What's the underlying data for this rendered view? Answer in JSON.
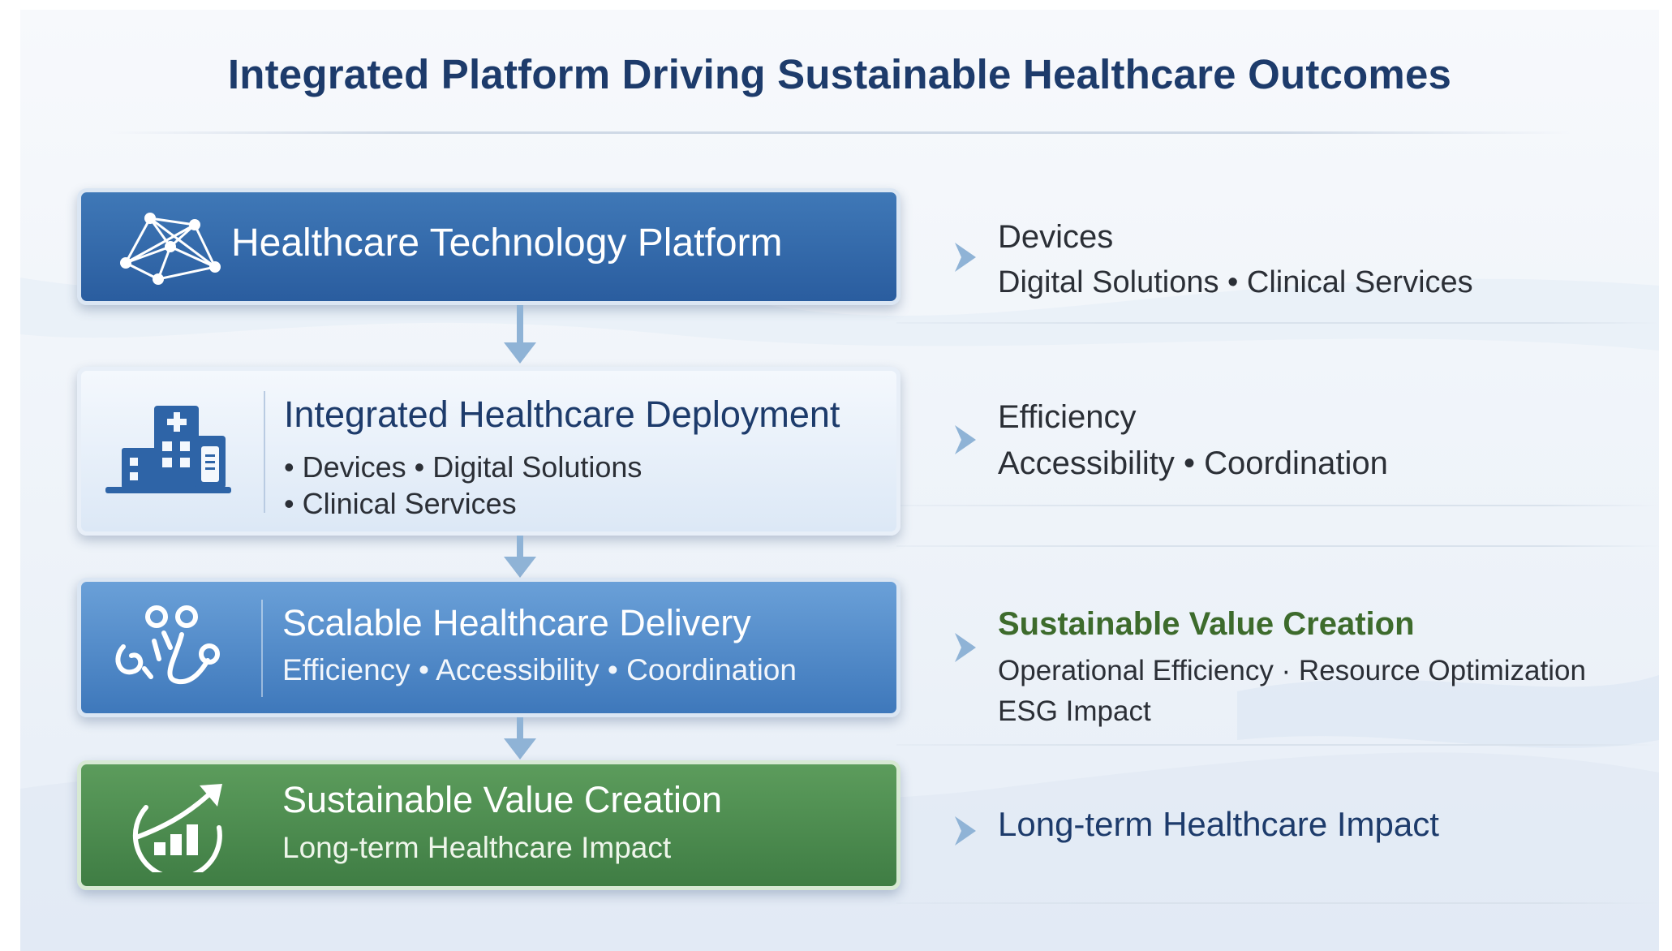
{
  "title": "Integrated Platform Driving Sustainable Healthcare Outcomes",
  "colors": {
    "navy": "#1d3b6b",
    "box_blue_dark": "#2a5d9f",
    "box_blue_light": "#dce8f6",
    "box_blue_mid": "#3e78bb",
    "box_green": "#3f7d44",
    "accent_green_text": "#3d6b2c",
    "chevron": "#8fb3d6"
  },
  "stages": [
    {
      "icon": "network-icon",
      "title": "Healthcare Technology Platform"
    },
    {
      "icon": "hospital-building-icon",
      "title": "Integrated Healthcare Deployment",
      "bullets": [
        "• Devices • Digital Solutions",
        "• Clinical Services"
      ]
    },
    {
      "icon": "care-delivery-icon",
      "title": "Scalable Healthcare Delivery",
      "subtitle": "Efficiency • Accessibility • Coordination"
    },
    {
      "icon": "growth-chart-icon",
      "title": "Sustainable Value Creation",
      "subtitle": "Long-term Healthcare Impact"
    }
  ],
  "outcomes": [
    {
      "heading": "Devices",
      "lines": [
        "Digital Solutions • Clinical Services"
      ]
    },
    {
      "heading": "Efficiency",
      "lines": [
        "Accessibility • Coordination"
      ]
    },
    {
      "heading": "Sustainable Value Creation",
      "lines": [
        "Operational Efficiency · Resource Optimization",
        "ESG Impact"
      ]
    },
    {
      "heading": "Long-term Healthcare Impact",
      "lines": []
    }
  ]
}
